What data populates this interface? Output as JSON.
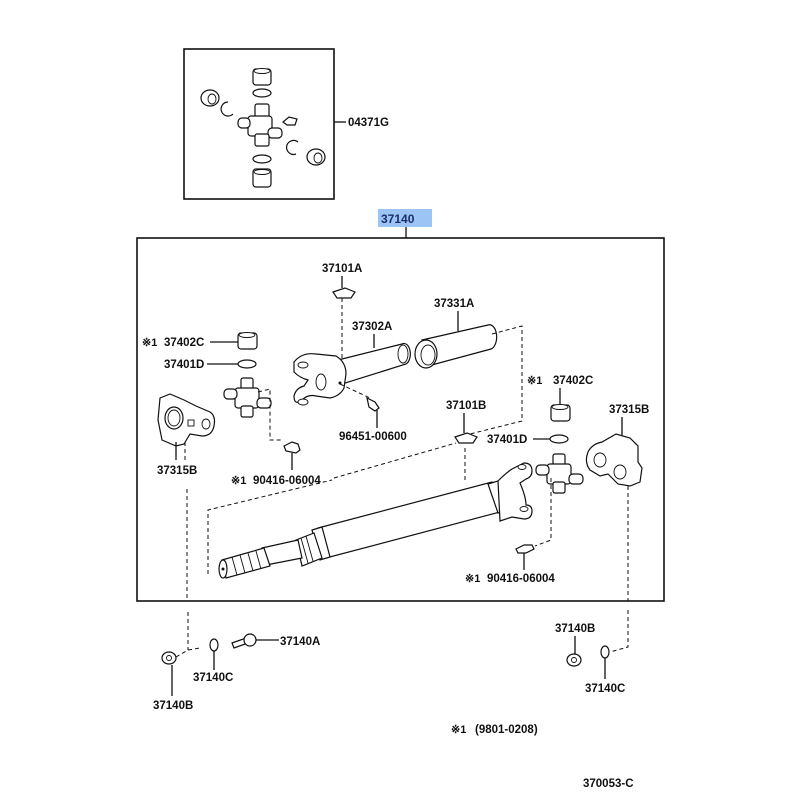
{
  "diagram": {
    "title_part": "37140",
    "highlight_color": "#9cc4f5",
    "kit": {
      "label": "04371G",
      "description": "universal joint spider kit"
    },
    "labels": {
      "p37101A": "37101A",
      "p37331A": "37331A",
      "p37302A": "37302A",
      "p37402C_left": "37402C",
      "p37401D_left": "37401D",
      "p37315B_left": "37315B",
      "p96451": "96451-00600",
      "p90416_upper": "90416-06004",
      "p37101B": "37101B",
      "p37402C_right": "37402C",
      "p37401D_right": "37401D",
      "p37315B_right": "37315B",
      "p90416_lower": "90416-06004",
      "p37140A": "37140A",
      "p37140C_left": "37140C",
      "p37140B_left": "37140B",
      "p37140B_right": "37140B",
      "p37140C_right": "37140C"
    },
    "footnote_mark": "※1",
    "footnote_text": "(9801-0208)",
    "diagram_code": "370053-C"
  }
}
